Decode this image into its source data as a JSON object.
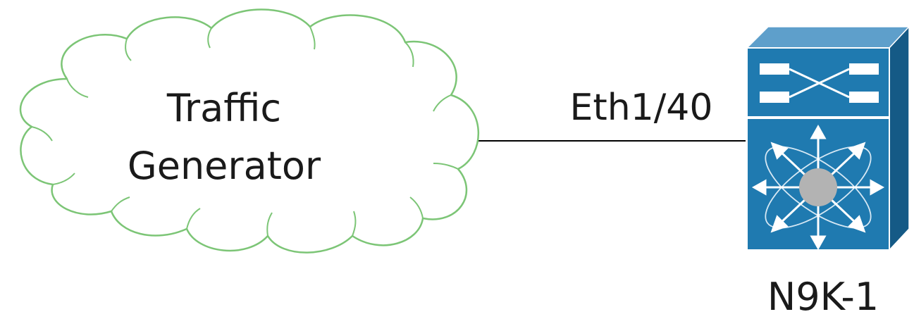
{
  "cloud": {
    "line1": "Traffic",
    "line2": "Generator",
    "outline_color": "#7cc576"
  },
  "link": {
    "label": "Eth1/40",
    "color": "#000000"
  },
  "switch": {
    "label": "N9K-1",
    "icon": "nexus-9000-switch-icon",
    "body_color": "#1f7ab0",
    "edge_color": "#155a86",
    "hub_color": "#b3b3b3"
  }
}
